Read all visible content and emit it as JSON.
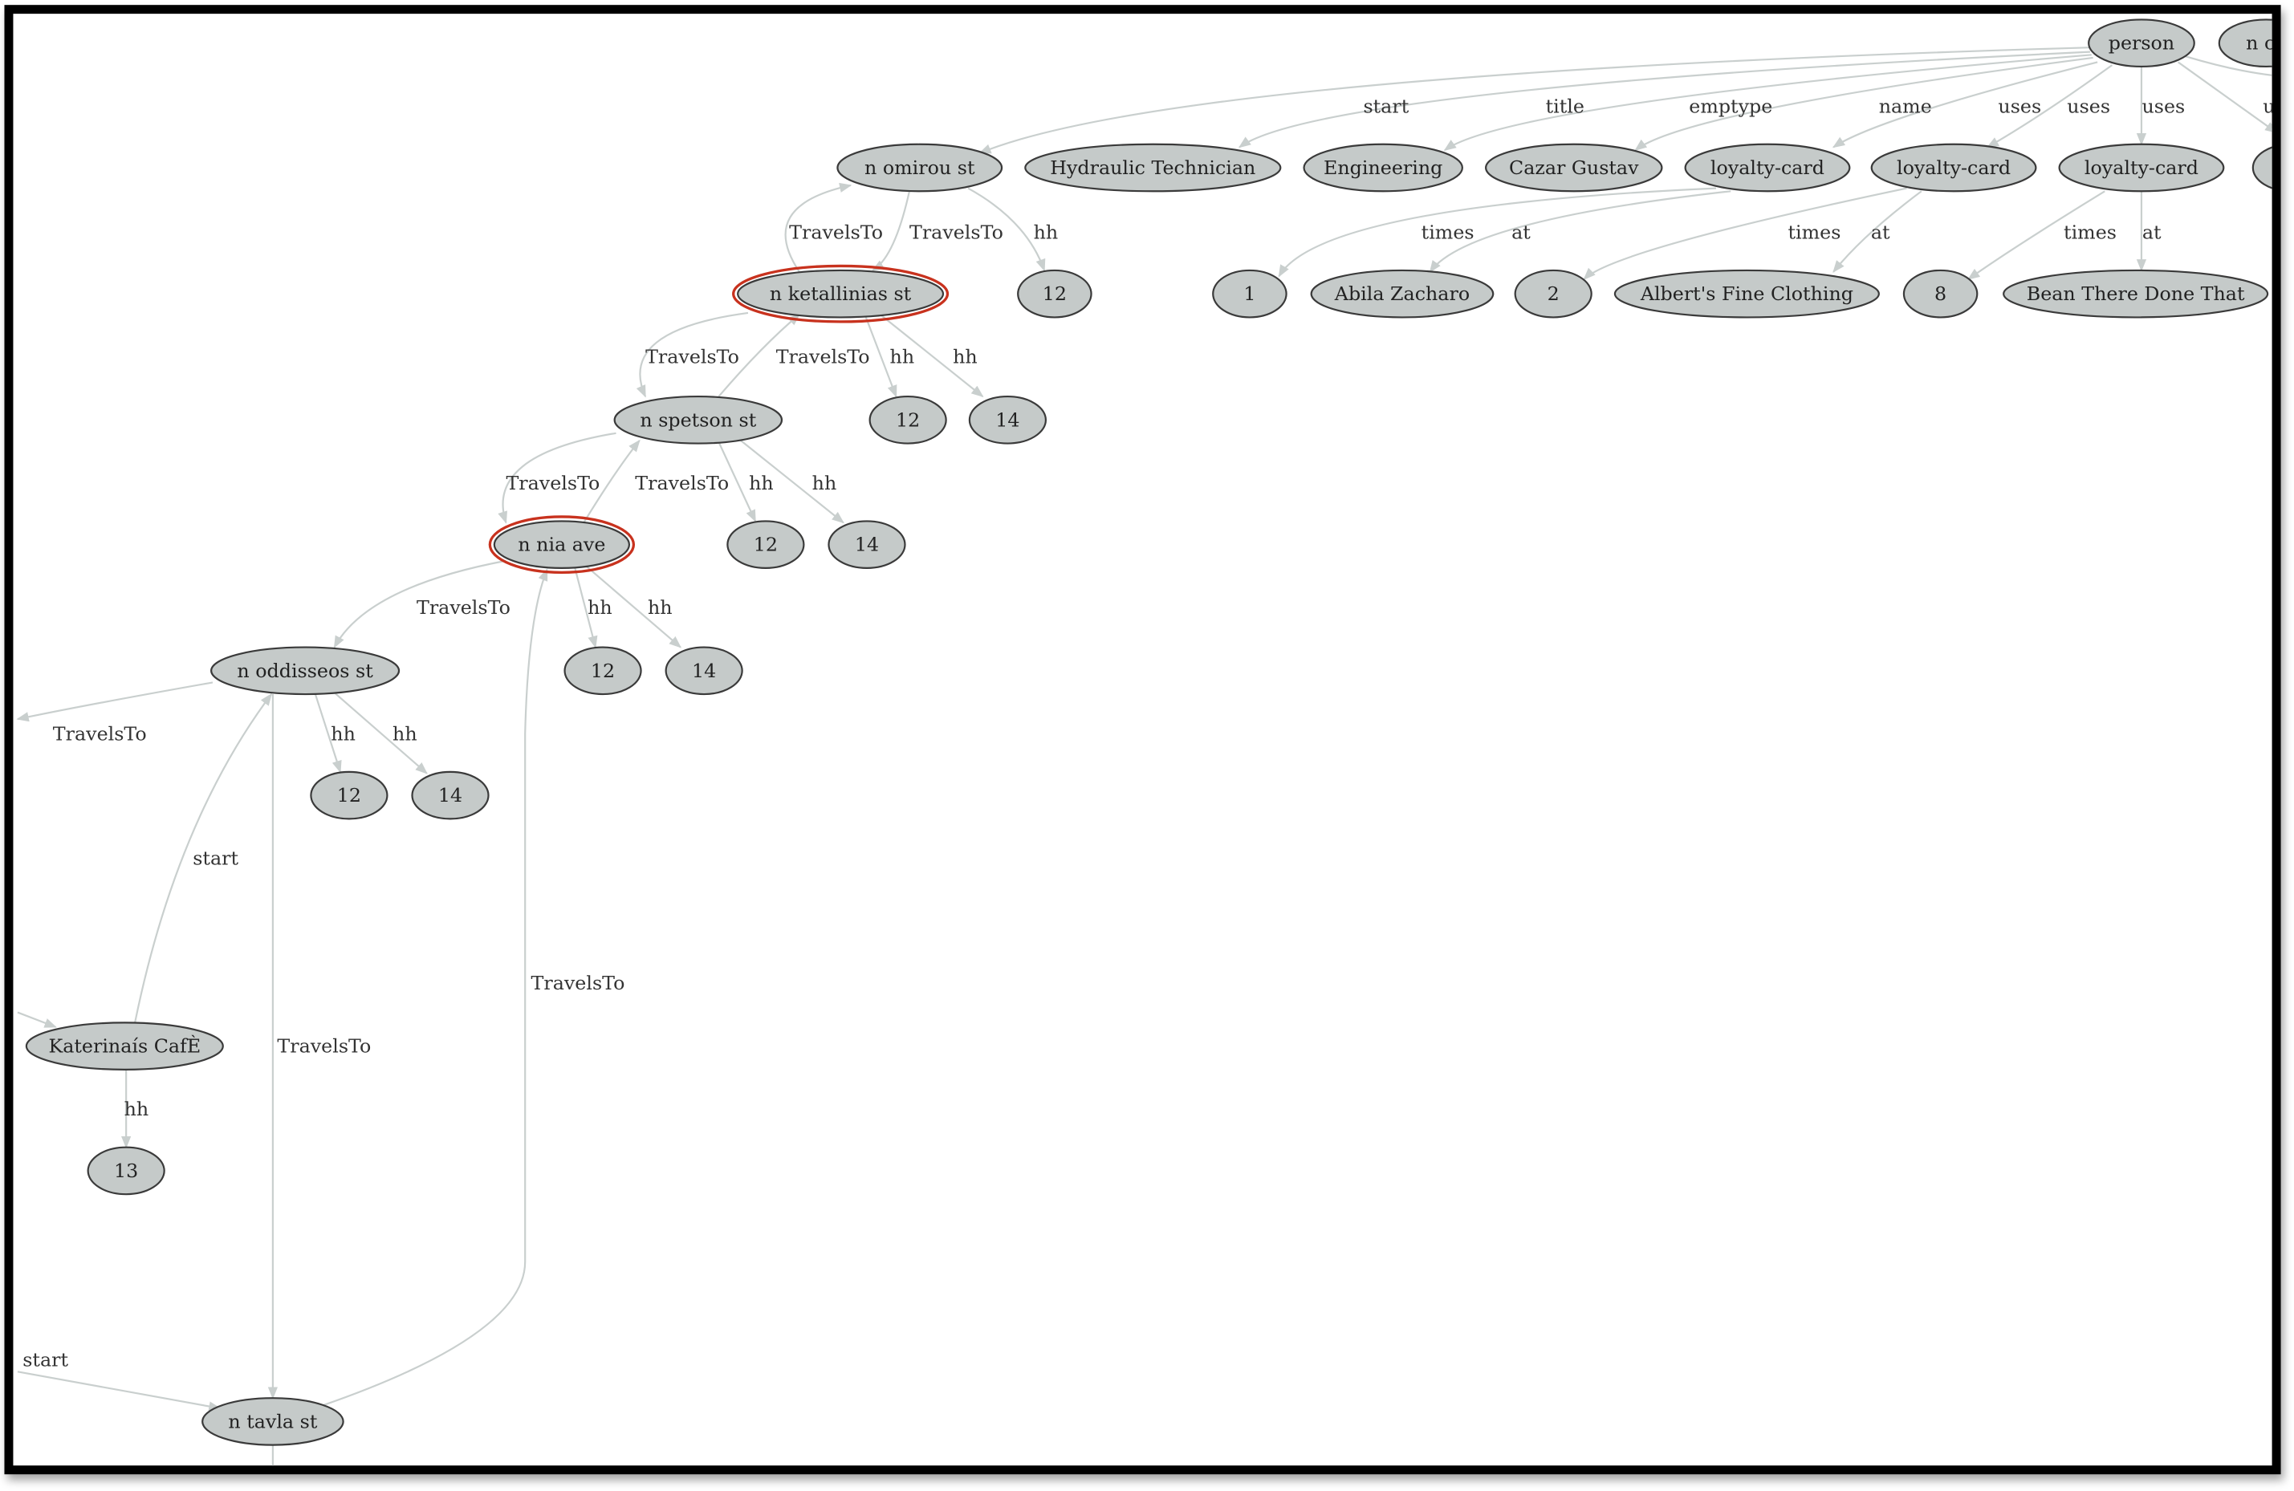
{
  "graph": {
    "nodes": [
      {
        "label": "person"
      },
      {
        "label": "n ca"
      },
      {
        "label": "n omirou st"
      },
      {
        "label": "Hydraulic Technician"
      },
      {
        "label": "Engineering"
      },
      {
        "label": "Cazar Gustav"
      },
      {
        "label": "loyalty-card"
      },
      {
        "label": "loyalty-card"
      },
      {
        "label": "loyalty-card"
      },
      {
        "label": "n ketallinias st",
        "highlighted": true
      },
      {
        "label": "12"
      },
      {
        "label": "1"
      },
      {
        "label": "Abila Zacharo"
      },
      {
        "label": "2"
      },
      {
        "label": "Albert's Fine Clothing"
      },
      {
        "label": "8"
      },
      {
        "label": "Bean There Done That"
      },
      {
        "label": "n spetson st"
      },
      {
        "label": "12"
      },
      {
        "label": "14"
      },
      {
        "label": "n nia ave",
        "highlighted": true
      },
      {
        "label": "12"
      },
      {
        "label": "14"
      },
      {
        "label": "n oddisseos st"
      },
      {
        "label": "12"
      },
      {
        "label": "14"
      },
      {
        "label": "12"
      },
      {
        "label": "14"
      },
      {
        "label": "Katerinaís CafÈ"
      },
      {
        "label": "13"
      },
      {
        "label": "n tavla st"
      },
      {
        "label": ""
      }
    ],
    "edge_labels": [
      "start",
      "title",
      "emptype",
      "name",
      "uses",
      "uses",
      "uses",
      "u",
      "times",
      "at",
      "times",
      "at",
      "times",
      "at",
      "TravelsTo",
      "TravelsTo",
      "hh",
      "TravelsTo",
      "TravelsTo",
      "hh",
      "hh",
      "TravelsTo",
      "TravelsTo",
      "hh",
      "hh",
      "TravelsTo",
      "hh",
      "hh",
      "TravelsTo",
      "hh",
      "hh",
      "start",
      "TravelsTo",
      "TravelsTo",
      "hh",
      "start"
    ]
  },
  "colors": {
    "node_fill": "#c5cac9",
    "edge": "#c9cfce",
    "highlight": "#c8321e"
  }
}
